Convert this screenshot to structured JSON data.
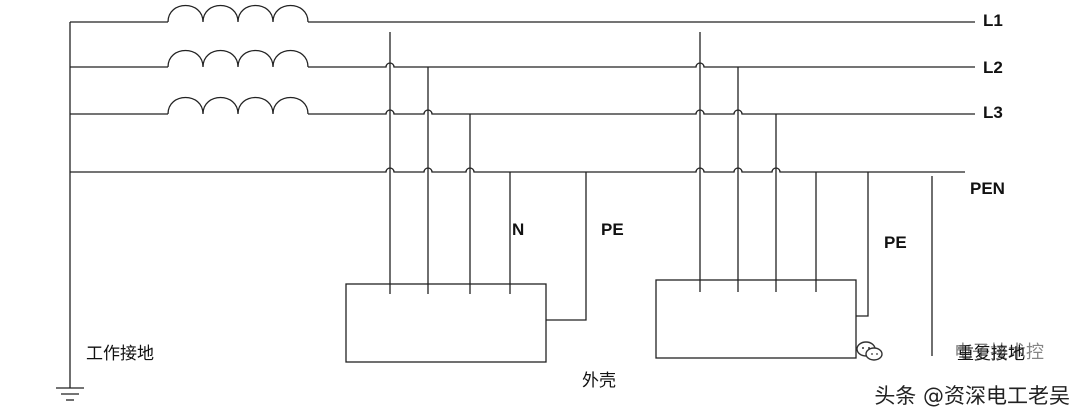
{
  "diagram": {
    "lines": {
      "l1": "L1",
      "l2": "L2",
      "l3": "L3",
      "pen": "PEN"
    },
    "labels": {
      "n": "N",
      "pe_left": "PE",
      "pe_right": "PE",
      "working_ground": "工作接地",
      "repeat_ground": "重复接地",
      "enclosure": "外壳"
    },
    "watermark": {
      "top": "电子技术控",
      "bottom": "头条 @资深电工老吴"
    },
    "icons": [
      "coil-icon",
      "ground-icon",
      "wechat-icon"
    ],
    "colors": {
      "line": "#222222",
      "text": "#111111"
    }
  }
}
